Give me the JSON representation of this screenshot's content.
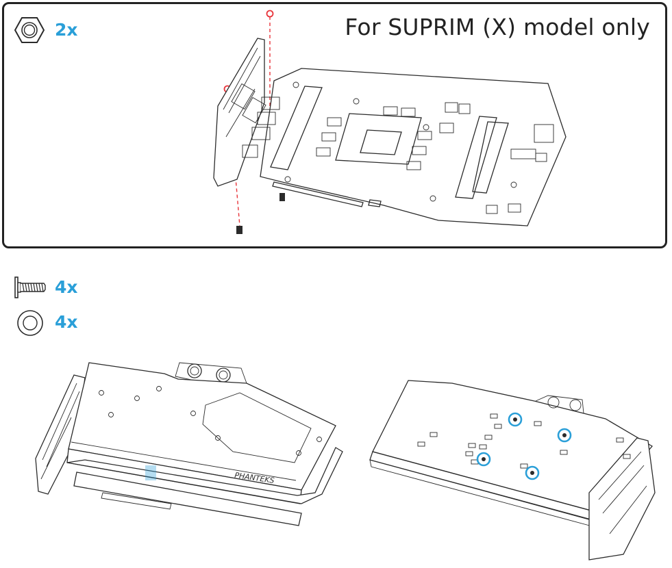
{
  "panel": {
    "title": "For SUPRIM (X) model only",
    "nut_quantity": "2x"
  },
  "parts": {
    "screw_quantity": "4x",
    "washer_quantity": "4x"
  },
  "block": {
    "brand_text": "PHANTEKS"
  },
  "colors": {
    "accent": "#2a9fd8",
    "guide_line": "#e8343a",
    "line_art": "#2b2b2b"
  },
  "icons": [
    "hex-nut-icon",
    "screw-icon",
    "washer-icon"
  ]
}
